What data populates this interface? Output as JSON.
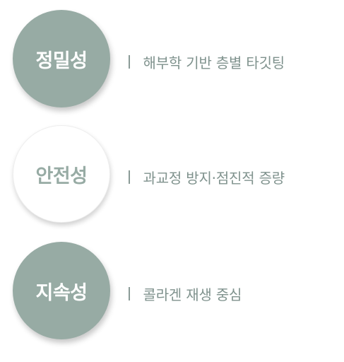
{
  "features": [
    {
      "title": "정밀성",
      "description": "해부학 기반 층별 타깃팅"
    },
    {
      "title": "안전성",
      "description": "과교정 방지·점진적 증량"
    },
    {
      "title": "지속성",
      "description": "콜라겐 재생 중심"
    }
  ],
  "colors": {
    "accent": "#97aba4",
    "description_text": "#7f928d",
    "background": "#ffffff"
  }
}
